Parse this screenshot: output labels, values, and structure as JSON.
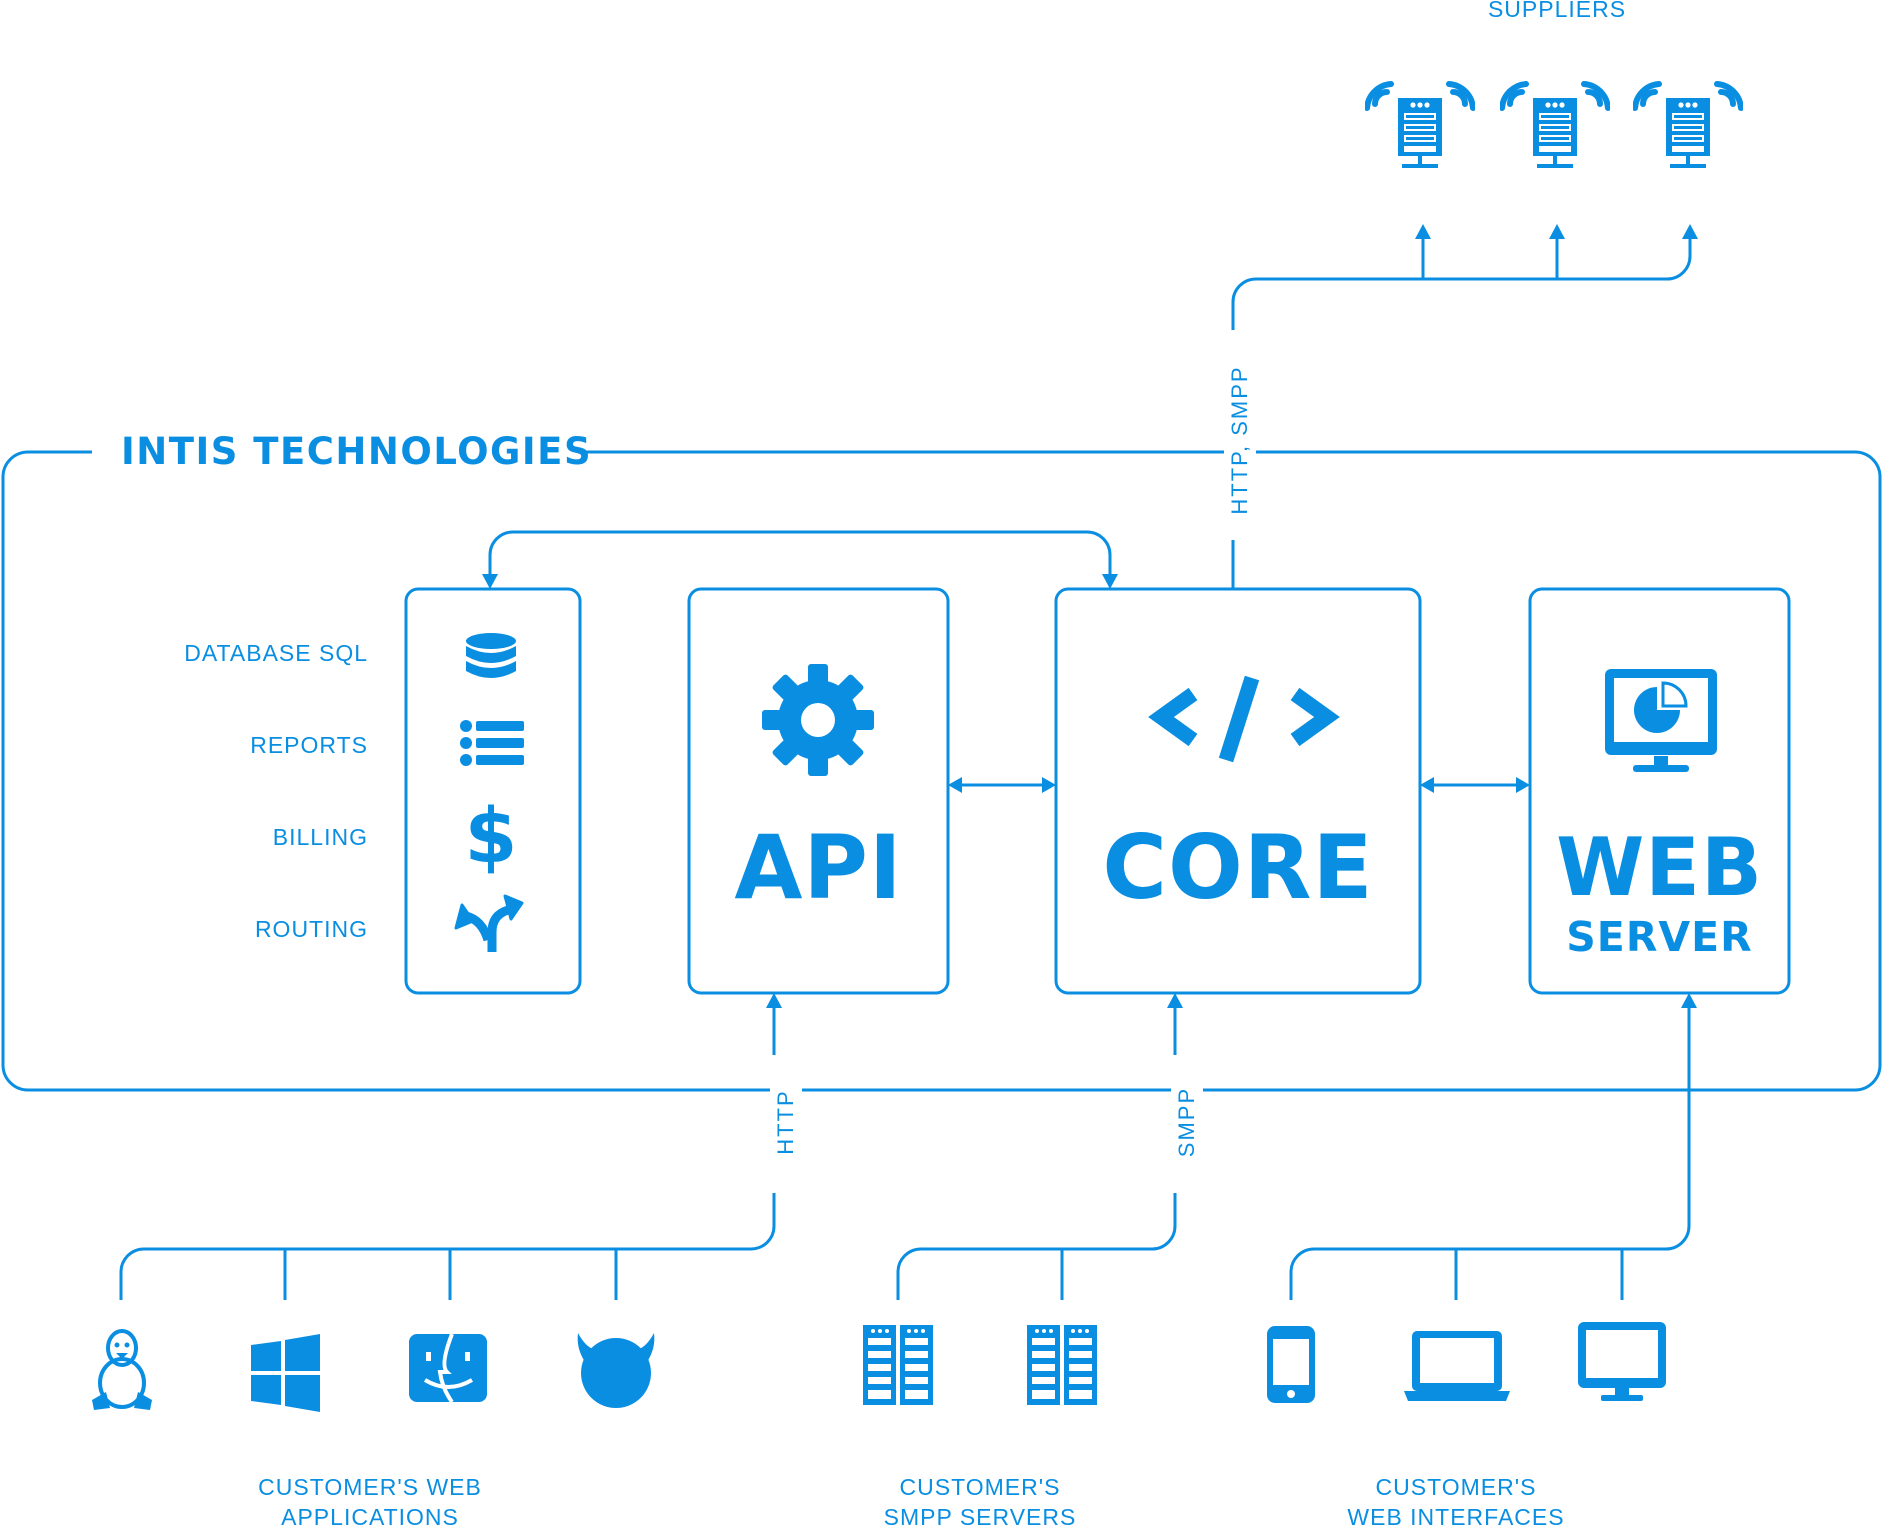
{
  "title": "INTIS TECHNOLOGIES",
  "suppliers": {
    "label": "SUPPLIERS",
    "count": 3,
    "icon": "wireless-server-icon"
  },
  "protocols": {
    "top": "HTTP, SMPP",
    "http": "HTTP",
    "smpp": "SMPP"
  },
  "db_features": [
    {
      "label": "DATABASE SQL",
      "icon": "database-icon"
    },
    {
      "label": "REPORTS",
      "icon": "list-icon"
    },
    {
      "label": "BILLING",
      "icon": "dollar-icon"
    },
    {
      "label": "ROUTING",
      "icon": "routing-arrows-icon"
    }
  ],
  "modules": {
    "api": {
      "title": "API",
      "icon": "gear-icon"
    },
    "core": {
      "title": "CORE",
      "icon": "code-icon"
    },
    "web": {
      "title": "WEB",
      "subtitle": "SERVER",
      "icon": "monitor-chart-icon"
    }
  },
  "customers": {
    "web_apps": {
      "line1": "CUSTOMER'S WEB",
      "line2": "APPLICATIONS",
      "icons": [
        "linux-icon",
        "windows-icon",
        "macos-finder-icon",
        "freebsd-icon"
      ]
    },
    "smpp_servers": {
      "line1": "CUSTOMER'S",
      "line2": "SMPP SERVERS",
      "icons": [
        "server-rack-icon",
        "server-rack-icon"
      ]
    },
    "web_interfaces": {
      "line1": "CUSTOMER'S",
      "line2": "WEB INTERFACES",
      "icons": [
        "smartphone-icon",
        "laptop-icon",
        "desktop-monitor-icon"
      ]
    }
  },
  "colors": {
    "accent": "#0a8ee2",
    "background": "#ffffff"
  }
}
